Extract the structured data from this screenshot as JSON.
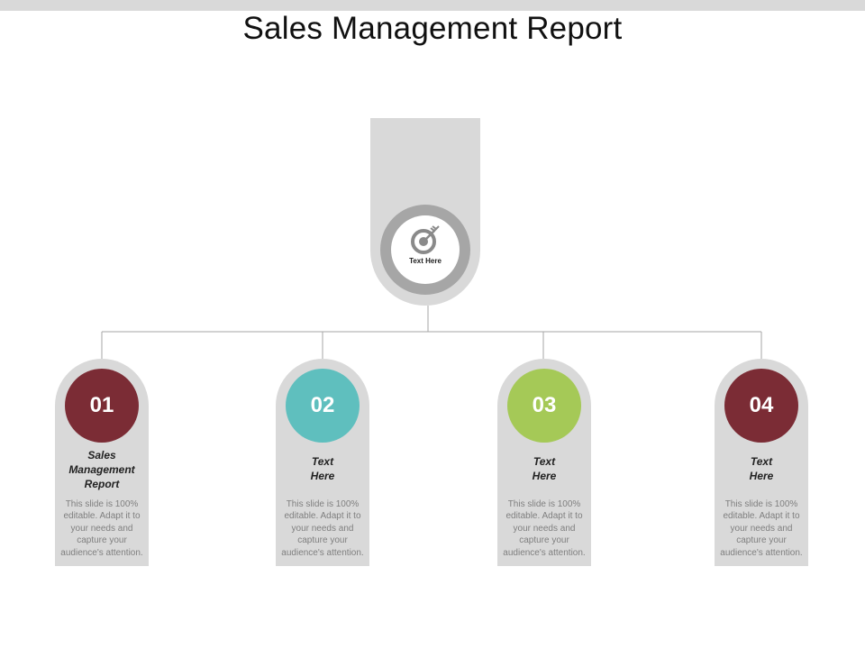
{
  "title": "Sales Management Report",
  "hub": {
    "label": "Text Here",
    "icon": "target-icon"
  },
  "colors": {
    "header_bar": "#d9d9d9",
    "card_bg": "#d9d9d9",
    "hub_ring": "#a6a6a6",
    "connector": "#a6a6a6"
  },
  "cards": [
    {
      "number": "01",
      "heading": "Sales Management Report",
      "heading_lines": [
        "Sales",
        "Management",
        "Report"
      ],
      "color": "#7b2c35",
      "body_lines": [
        "This slide is 100%",
        "editable.  Adapt it to",
        "your needs and",
        "capture your",
        "audience's attention."
      ]
    },
    {
      "number": "02",
      "heading": "Text Here",
      "heading_lines": [
        "Text",
        "Here"
      ],
      "color": "#5fbfbe",
      "body_lines": [
        "This slide is 100%",
        "editable.  Adapt it to",
        "your needs and",
        "capture your",
        "audience's attention."
      ]
    },
    {
      "number": "03",
      "heading": "Text Here",
      "heading_lines": [
        "Text",
        "Here"
      ],
      "color": "#a5c957",
      "body_lines": [
        "This slide is 100%",
        "editable.  Adapt it to",
        "your needs and",
        "capture your",
        "audience's attention."
      ]
    },
    {
      "number": "04",
      "heading": "Text Here",
      "heading_lines": [
        "Text",
        "Here"
      ],
      "color": "#7b2c35",
      "body_lines": [
        "This slide is 100%",
        "editable.  Adapt it to",
        "your needs and",
        "capture your",
        "audience's attention."
      ]
    }
  ]
}
